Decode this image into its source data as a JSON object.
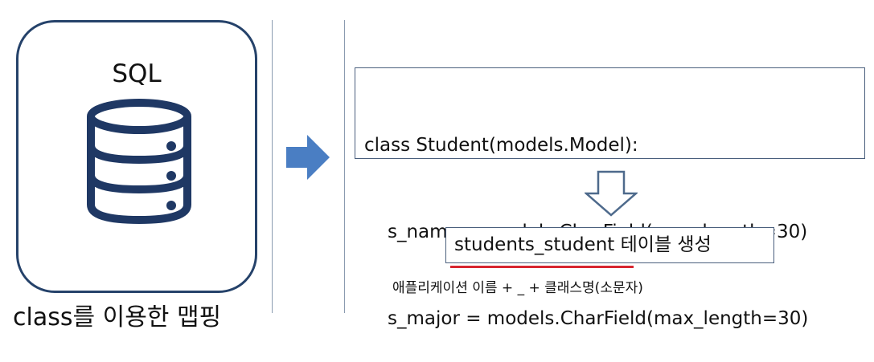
{
  "left_panel": {
    "db_label": "SQL",
    "icon": "database-icon",
    "caption": "class를 이용한 맵핑"
  },
  "code": {
    "lines": [
      "class Student(models.Model):",
      "s_name = models.CharField(max_length=30)",
      "s_major = models.CharField(max_length=30)"
    ]
  },
  "result": {
    "table_text": "students_student 테이블 생성",
    "rule_text": "애플리케이션 이름 + _ + 클래스명(소문자)"
  },
  "colors": {
    "icon_navy": "#1f3864",
    "card_border": "#25426a",
    "arrow_blue": "#4a7ec3",
    "down_arrow_outline": "#4e6a8c",
    "underline_red": "#d7262f"
  }
}
